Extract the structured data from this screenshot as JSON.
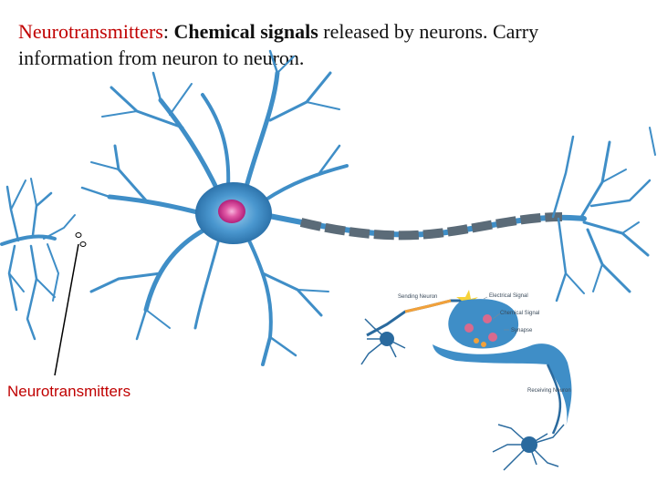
{
  "header": {
    "term": "Neurotransmitters",
    "colon": ": ",
    "bold": "Chemical signals",
    "rest": " released by neurons. Carry information from neuron to neuron."
  },
  "callout": {
    "label": "Neurotransmitters"
  },
  "inset": {
    "labels": {
      "sending": "Sending Neuron",
      "electrical": "Electrical Signal",
      "chemical": "Chemical Signal",
      "synapse": "Synapse",
      "receiving": "Receiving Neuron"
    }
  },
  "colors": {
    "term": "#c00000",
    "neuron": "#3f8ec7",
    "neuron_dark": "#2a6a9e",
    "axon_seg": "#5b6b78",
    "nucleus": "#d23c92",
    "callout": "#c00000"
  }
}
